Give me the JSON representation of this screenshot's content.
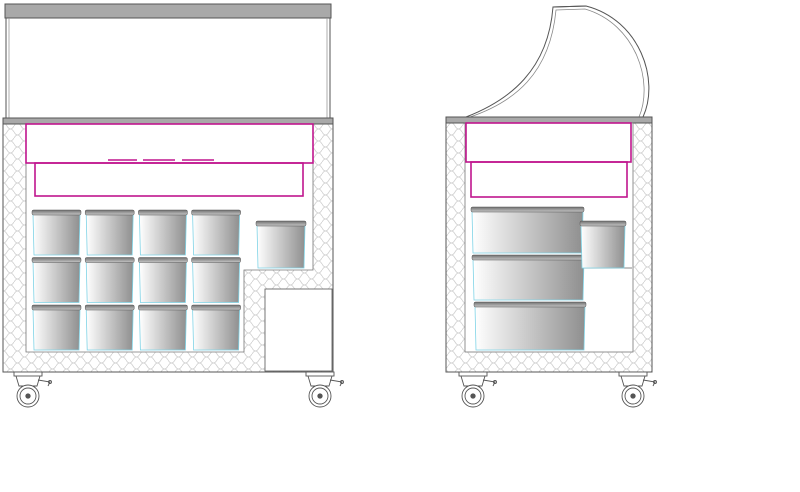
{
  "drawing": {
    "views": [
      {
        "id": "front-view"
      },
      {
        "id": "side-view"
      }
    ],
    "colors": {
      "outline": "#555555",
      "top_slab": "#a9a9a9",
      "magenta": "#c0158e",
      "insulation_pattern": "#cfcfcf",
      "tub_light": "#ffffff",
      "tub_dark": "#8f8f8f",
      "tub_edge": "#7fd3e6",
      "background": "#ffffff"
    },
    "front": {
      "tub_columns": 4,
      "tub_rows": 3,
      "side_tubs": 1,
      "casters": 2
    },
    "side": {
      "large_tubs": 3,
      "small_tubs": 1,
      "casters": 2
    }
  }
}
